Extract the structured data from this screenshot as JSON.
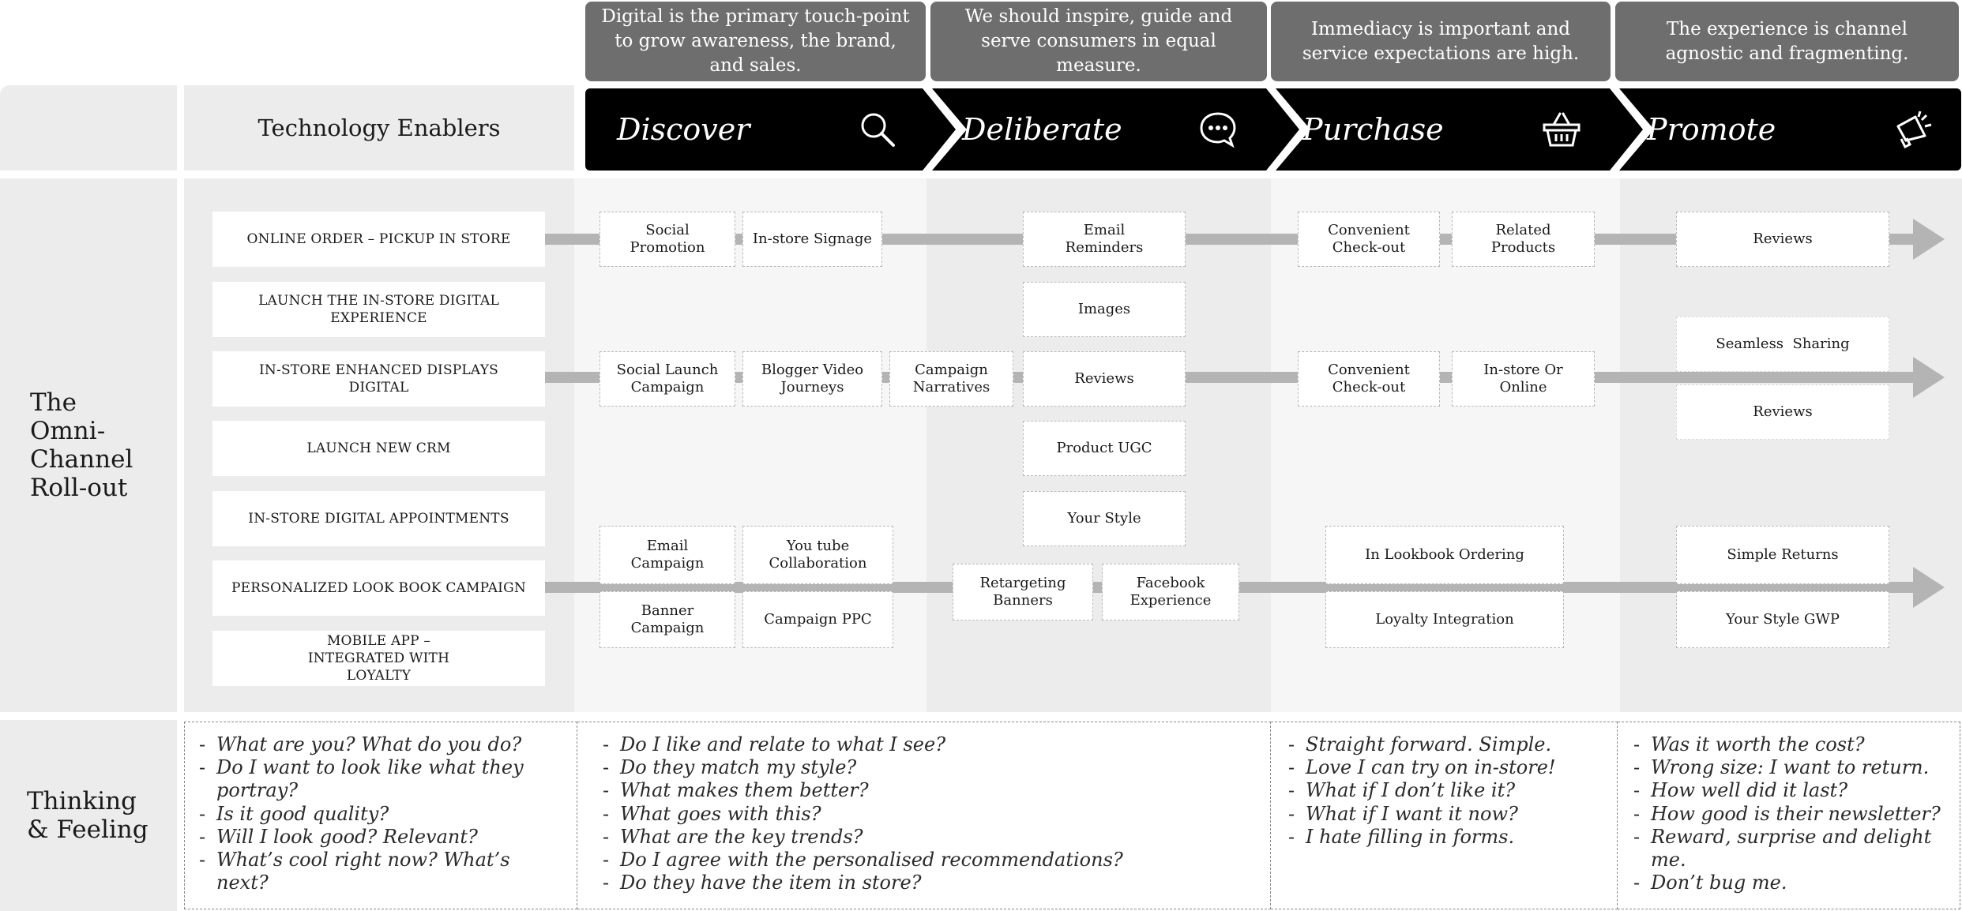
{
  "callouts": [
    "Digital is the primary touch-point to grow awareness, the brand, and sales.",
    "We should inspire, guide and serve consumers in equal measure.",
    "Immediacy is important and service expectations are high.",
    "The experience is channel agnostic and fragmenting."
  ],
  "header": {
    "technology_enablers": "Technology Enablers"
  },
  "stages": [
    {
      "name": "Discover",
      "icon": "magnifier-icon"
    },
    {
      "name": "Deliberate",
      "icon": "speech-bubble-icon"
    },
    {
      "name": "Purchase",
      "icon": "basket-icon"
    },
    {
      "name": "Promote",
      "icon": "megaphone-icon"
    }
  ],
  "rows": {
    "omni_channel": "The Omni-Channel Roll-out",
    "thinking_feeling": "Thinking & Feeling"
  },
  "enablers": [
    "ONLINE ORDER – PICKUP IN STORE",
    "LAUNCH THE IN-STORE DIGITAL EXPERIENCE",
    "IN-STORE ENHANCED DISPLAYS DIGITAL",
    "LAUNCH NEW CRM",
    "IN-STORE DIGITAL APPOINTMENTS",
    "PERSONALIZED LOOK BOOK CAMPAIGN",
    "MOBILE APP – INTEGRATED WITH LOYALTY"
  ],
  "touchpoints": {
    "lane1": [
      "Social Promotion",
      "In-store Signage",
      "Email Reminders",
      "Convenient Check-out",
      "Related Products",
      "Reviews"
    ],
    "images": "Images",
    "lane2": [
      "Social Launch Campaign",
      "Blogger Video Journeys",
      "Campaign Narratives",
      "Reviews",
      "Convenient Check-out",
      "In-store Or Online",
      "Seamless  Sharing",
      "Reviews"
    ],
    "product_ugc": "Product UGC",
    "your_style": "Your Style",
    "lane3": [
      "Email Campaign",
      "You tube Collaboration",
      "Banner Campaign",
      "Campaign PPC",
      "Retargeting Banners",
      "Facebook Experience",
      "In Lookbook Ordering",
      "Loyalty Integration",
      "Simple Returns",
      "Your Style GWP"
    ]
  },
  "thinking": {
    "discover": [
      "What are you? What do you do?",
      "Do I want to look like what they portray?",
      "Is it good quality?",
      "Will I look good? Relevant?",
      "What’s cool right now? What’s next?"
    ],
    "deliberate": [
      "Do I like and relate to what I see?",
      "Do they match my style?",
      "What makes them better?",
      "What goes with this?",
      "What are the key trends?",
      "Do I agree with the personalised recommendations?",
      "Do they have the item in store?"
    ],
    "purchase": [
      "Straight forward. Simple.",
      "Love I can try on in-store!",
      "What if I don’t like it?",
      "What if I want it now?",
      "I hate filling in forms."
    ],
    "promote": [
      "Was it worth the cost?",
      "Wrong size: I want to return.",
      "How well did it last?",
      "How good is their newsletter?",
      "Reward, surprise and delight me.",
      "Don’t bug me."
    ]
  }
}
